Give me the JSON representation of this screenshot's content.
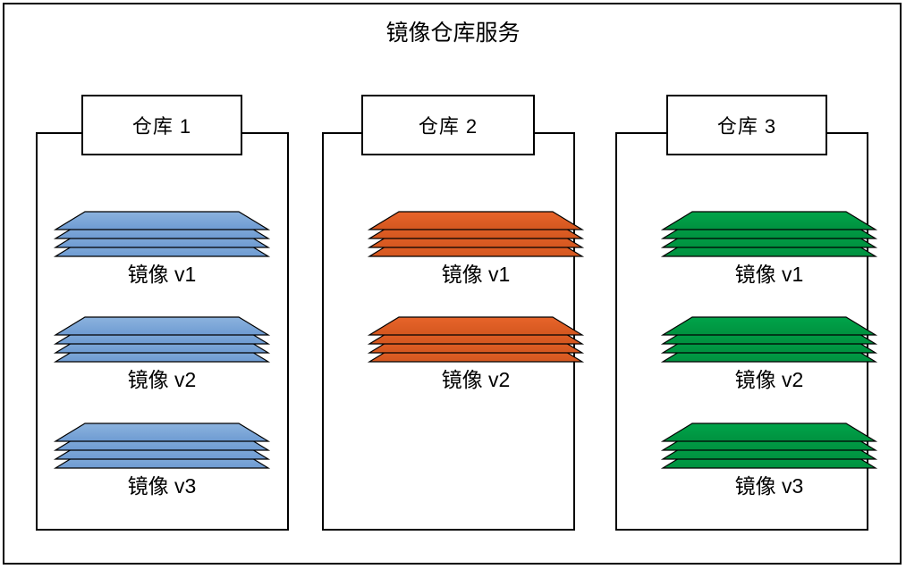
{
  "diagram": {
    "title": "镜像仓库服务",
    "type": "container-registry-architecture",
    "outline_color": "#000000",
    "background_color": "#ffffff"
  },
  "repositories": [
    {
      "name": "仓库 1",
      "accent_color": "#8CB3DE",
      "accent_color_dark": "#6E9BD2",
      "images": [
        {
          "label": "镜像 v1",
          "layers": 4
        },
        {
          "label": "镜像 v2",
          "layers": 4
        },
        {
          "label": "镜像 v3",
          "layers": 4
        }
      ]
    },
    {
      "name": "仓库 2",
      "accent_color": "#E8642A",
      "accent_color_dark": "#D4571F",
      "images": [
        {
          "label": "镜像 v1",
          "layers": 4
        },
        {
          "label": "镜像 v2",
          "layers": 4
        }
      ]
    },
    {
      "name": "仓库 3",
      "accent_color": "#00A44A",
      "accent_color_dark": "#00913F",
      "images": [
        {
          "label": "镜像 v1",
          "layers": 4
        },
        {
          "label": "镜像 v2",
          "layers": 4
        },
        {
          "label": "镜像 v3",
          "layers": 4
        }
      ]
    }
  ]
}
